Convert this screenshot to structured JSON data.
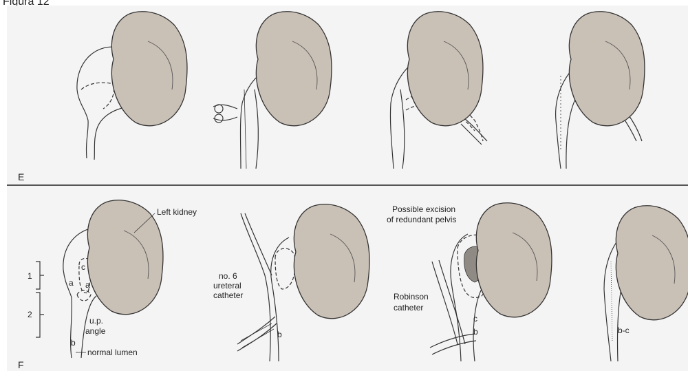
{
  "figure_caption": "Figura 12",
  "panels": {
    "top": {
      "letter": "E"
    },
    "bottom": {
      "letter": "F"
    }
  },
  "labels": {
    "left_kidney": "Left kidney",
    "one": "1",
    "two": "2",
    "a1": "a",
    "a2": "a",
    "c1": "c",
    "b1": "b",
    "up_angle_1": "u.p.",
    "up_angle_2": "angle",
    "normal_lumen": "normal lumen",
    "catheter_1": "no. 6",
    "catheter_2": "ureteral",
    "catheter_3": "catheter",
    "b2": "b",
    "excision_1": "Possible excision",
    "excision_2": "of redundant pelvis",
    "robinson_1": "Robinson",
    "robinson_2": "catheter",
    "c2": "c",
    "b3": "b",
    "bc": "b-c"
  },
  "colors": {
    "kidney_fill": "#c9c0b6",
    "panel_bg": "#f4f4f4",
    "divider": "#222222"
  }
}
